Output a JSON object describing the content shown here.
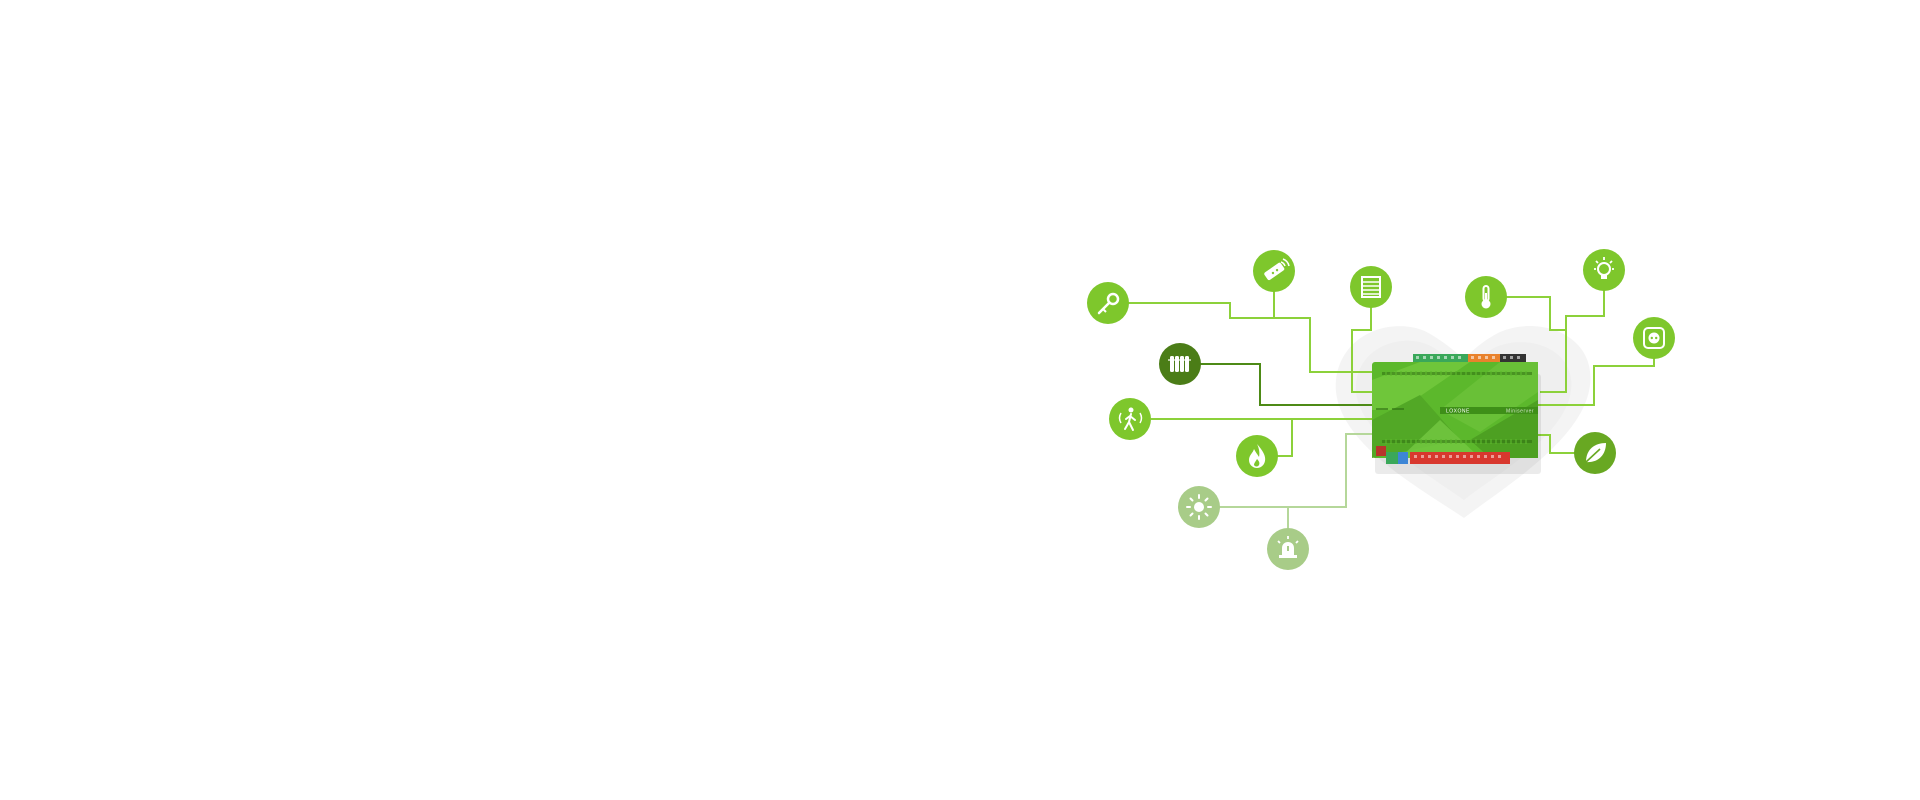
{
  "hero": {
    "device": {
      "brand_text": "LOXONE",
      "model_text": "Miniserver",
      "colors": {
        "body": "#5cb82c",
        "body_dark": "#3e8f18",
        "body_light": "#8ad44f",
        "terminal_top_green": "#3aa85a",
        "terminal_top_orange": "#e9822c",
        "terminal_top_black": "#333333",
        "terminal_bottom_red": "#d8382e",
        "terminal_bottom_green": "#3aa85a",
        "terminal_bottom_blue": "#3d86d6"
      }
    },
    "colors": {
      "line": "#8cd13a",
      "line_dark": "#4d8a16",
      "line_pale": "#b5d79a",
      "icon_bright": "#7ec72c",
      "icon_dark": "#4b7d17",
      "icon_pale": "#a8cc88",
      "heart_shadow": "#f2f2f2"
    },
    "icons": [
      {
        "name": "key-icon",
        "tone": "bright"
      },
      {
        "name": "remote-control-icon",
        "tone": "bright"
      },
      {
        "name": "window-blind-icon",
        "tone": "bright"
      },
      {
        "name": "thermometer-icon",
        "tone": "bright"
      },
      {
        "name": "lightbulb-icon",
        "tone": "bright"
      },
      {
        "name": "power-outlet-icon",
        "tone": "bright"
      },
      {
        "name": "radiator-icon",
        "tone": "dark"
      },
      {
        "name": "motion-sensor-icon",
        "tone": "bright"
      },
      {
        "name": "fire-icon",
        "tone": "bright"
      },
      {
        "name": "leaf-icon",
        "tone": "bright"
      },
      {
        "name": "sun-icon",
        "tone": "pale"
      },
      {
        "name": "alarm-siren-icon",
        "tone": "pale"
      }
    ]
  }
}
